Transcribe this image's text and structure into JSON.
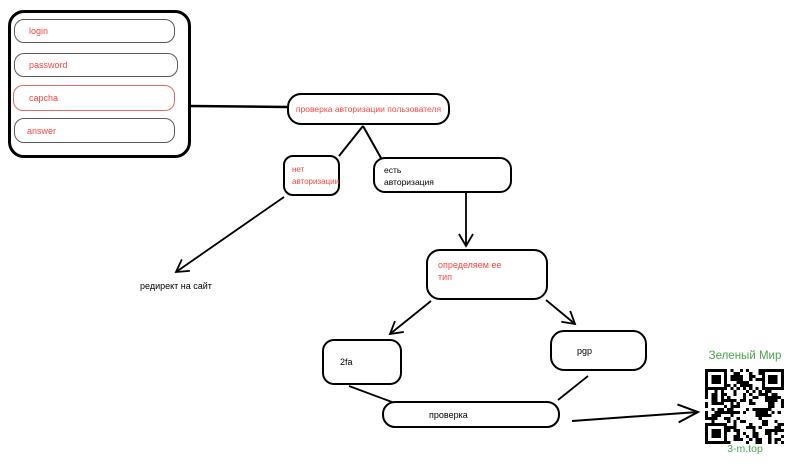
{
  "form": {
    "fields": {
      "login": {
        "label": "login"
      },
      "password": {
        "label": "password"
      },
      "capcha": {
        "label": "capcha"
      },
      "answer": {
        "label": "answer"
      }
    }
  },
  "flow": {
    "auth_check": {
      "label": "проверка авторизации пользователя"
    },
    "no_auth": {
      "line1": "нет",
      "line2": "авторизации"
    },
    "yes_auth": {
      "line1": "есть",
      "line2": "авторизация"
    },
    "redirect_label": "редирект на сайт",
    "type_select": {
      "line1": "определяем ее",
      "line2": "тип"
    },
    "twofa": {
      "label": "2fa"
    },
    "pgp": {
      "label": "pgp"
    },
    "check": {
      "label": "проверка"
    }
  },
  "qr": {
    "title": "Зеленый Мир",
    "caption": "3-m.top"
  },
  "colors": {
    "red_text": "#ff4444",
    "green_brand": "#4ba34b",
    "capcha_border": "#e06a6a",
    "line": "#000000"
  }
}
